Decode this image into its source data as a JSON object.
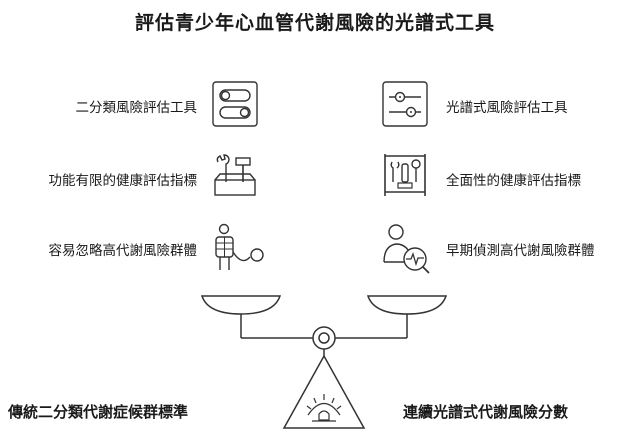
{
  "title": "評估青少年心血管代謝風險的光譜式工具",
  "left": {
    "items": [
      {
        "label": "二分類風險評估工具",
        "icon": "toggle-switch-icon"
      },
      {
        "label": "功能有限的健康評估指標",
        "icon": "toolbox-icon"
      },
      {
        "label": "容易忽略高代謝風險群體",
        "icon": "overlooked-person-icon"
      }
    ],
    "footer": "傳統二分類代謝症候群標準"
  },
  "right": {
    "items": [
      {
        "label": "光譜式風險評估工具",
        "icon": "slider-controls-icon"
      },
      {
        "label": "全面性的健康評估指標",
        "icon": "tool-organizer-icon"
      },
      {
        "label": "早期偵測高代謝風險群體",
        "icon": "person-monitor-icon"
      }
    ],
    "footer": "連續光譜式代謝風險分數"
  }
}
